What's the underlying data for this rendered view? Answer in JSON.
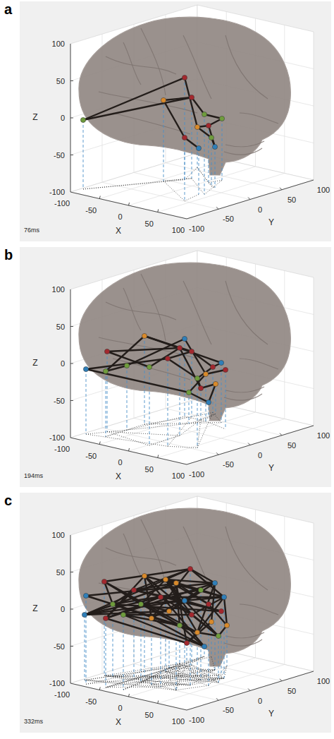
{
  "diagram": {
    "labels": [
      "a",
      "100",
      "50",
      "0",
      "-50",
      "-100",
      "Z",
      "-100",
      "-50",
      "0",
      "50",
      "100",
      "X",
      "-100",
      "-50",
      "0",
      "50",
      "100",
      "Y",
      "76ms",
      "b",
      "100",
      "50",
      "0",
      "-50",
      "-100",
      "Z",
      "-100",
      "-50",
      "0",
      "50",
      "100",
      "X",
      "-100",
      "-50",
      "0",
      "50",
      "100",
      "Y",
      "194ms",
      "c",
      "100",
      "50",
      "0",
      "-50",
      "-100",
      "Z",
      "-100",
      "-50",
      "0",
      "50",
      "100",
      "X",
      "-100",
      "-50",
      "0",
      "50",
      "100",
      "Y",
      "332ms"
    ]
  }
}
